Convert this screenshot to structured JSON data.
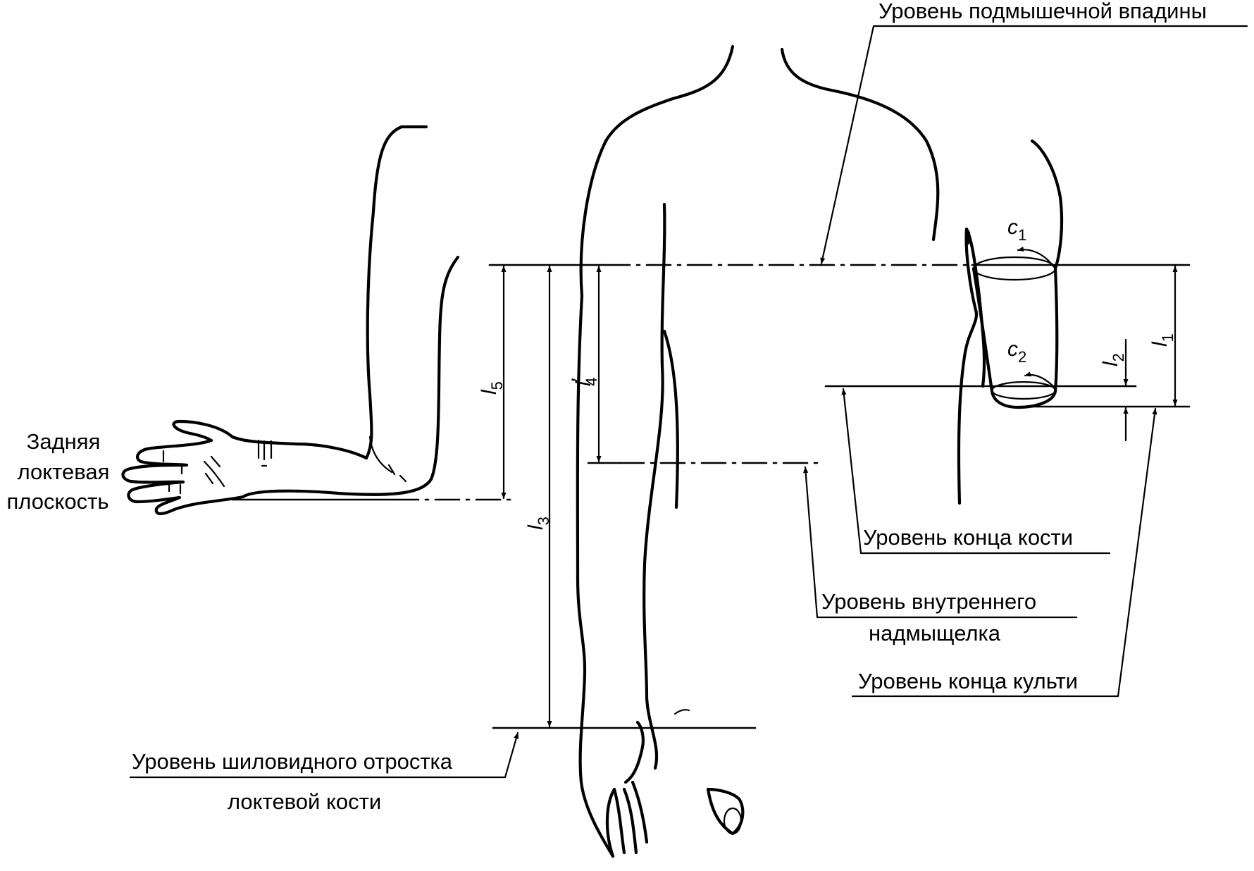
{
  "labels": {
    "axilla_level": "Уровень подмышечной впадины",
    "posterior_elbow_1": "Задняя",
    "posterior_elbow_2": "локтевая",
    "posterior_elbow_3": "плоскость",
    "bone_end_level": "Уровень конца кости",
    "medial_epicondyle_1": "Уровень внутреннего",
    "medial_epicondyle_2": "надмыщелка",
    "stump_end_level": "Уровень конца культи",
    "styloid_1": "Уровень шиловидного отростка",
    "styloid_2": "локтевой кости"
  },
  "dimensions": {
    "l1": {
      "base": "l",
      "sub": "1"
    },
    "l2": {
      "base": "l",
      "sub": "2"
    },
    "l3": {
      "base": "l",
      "sub": "3"
    },
    "l4": {
      "base": "l",
      "sub": "4",
      "prime": "′"
    },
    "l5": {
      "base": "l",
      "sub": "5"
    },
    "c1": {
      "base": "c",
      "sub": "1"
    },
    "c2": {
      "base": "c",
      "sub": "2"
    }
  },
  "colors": {
    "ink": "#000000",
    "paper": "#ffffff"
  }
}
